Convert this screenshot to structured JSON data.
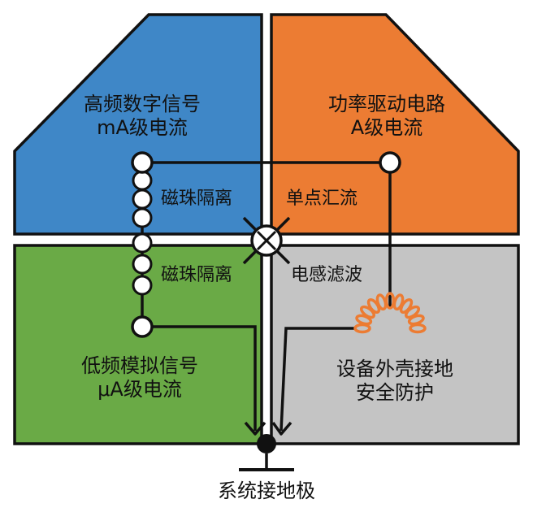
{
  "zones": {
    "high_freq": {
      "line1": "高频数字信号",
      "line2": "mA级电流",
      "color": "#3f87c7"
    },
    "power": {
      "line1": "功率驱动电路",
      "line2": "A级电流",
      "color": "#ec7c33"
    },
    "low_freq": {
      "line1": "低频模拟信号",
      "line2": "μA级电流",
      "color": "#6aaa46"
    },
    "chassis": {
      "line1": "设备外壳接地",
      "line2": "安全防护",
      "color": "#c4c4c4"
    }
  },
  "labels": {
    "bead_upper": "磁珠隔离",
    "bead_lower": "磁珠隔离",
    "single_point": "单点汇流",
    "inductor_filter": "电感滤波",
    "system_ground": "系统接地极"
  },
  "colors": {
    "outline": "#111111",
    "inductor": "#ec7c33"
  }
}
